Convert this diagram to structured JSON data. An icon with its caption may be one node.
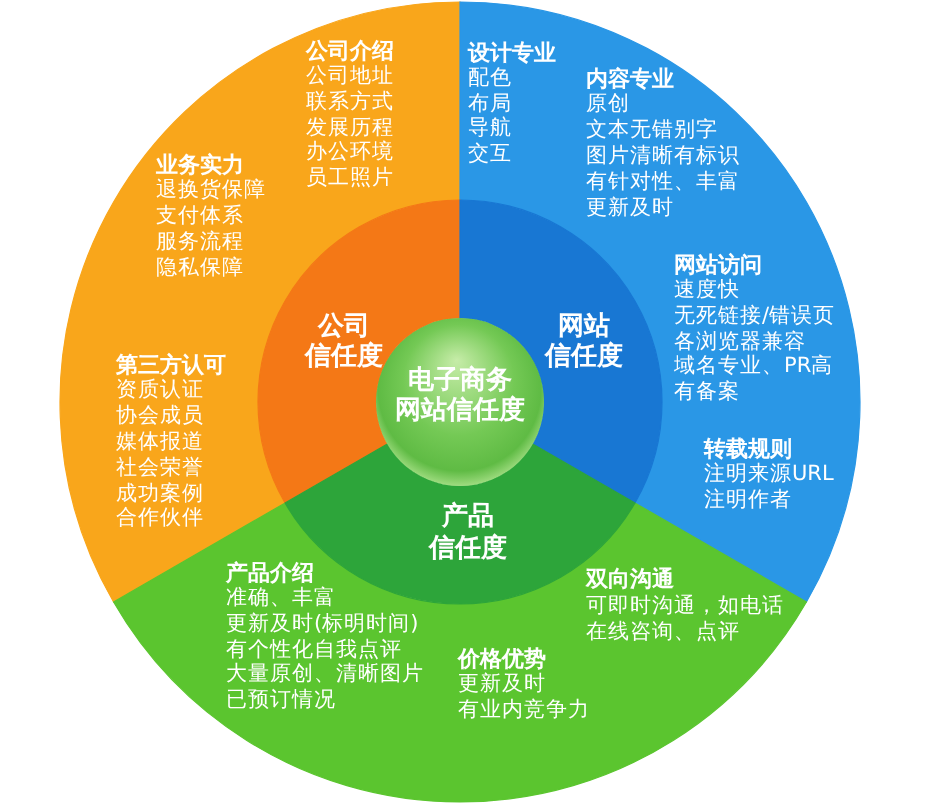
{
  "diagram": {
    "nodes": [
      {
        "text": [
          "电子商务网站信任度"
        ]
      },
      {
        "text": [
          "公司信任度"
        ]
      },
      {
        "text": [
          "网站信任度"
        ]
      },
      {
        "text": [
          "产品信任度"
        ]
      },
      {
        "text": [
          "公司介绍",
          "公司地址",
          "联系方式",
          "发展历程",
          "办公环境",
          "员工照片",
          "业务实力",
          "退换货保障",
          "支付体系",
          "服务流程",
          "隐私保障",
          "第三方认可",
          "资质认证",
          "协会成员",
          "媒体报道",
          "社会荣誉",
          "成功案例",
          "合作伙伴"
        ]
      },
      {
        "text": [
          "设计专业",
          "配色",
          "布局",
          "导航",
          "交互",
          "内容专业",
          "原创",
          "文本无错别字",
          "图片清晰有标识",
          "有针对性、丰富",
          "更新及时",
          "网站访问",
          "速度快",
          "无死链接/错误页",
          "各浏览器兼容",
          "域名专业、PR高",
          "有备案",
          "转载规则",
          "注明来源URL",
          "注明作者"
        ]
      },
      {
        "text": [
          "产品介绍",
          "准确、丰富",
          "更新及时(标明时间)",
          "有个性化自我点评",
          "大量原创、清晰图片",
          "已预订情况",
          "双向沟通",
          "可即时沟通，如电话",
          "在线咨询、点评",
          "价格优势",
          "更新及时",
          "有业内竞争力"
        ]
      }
    ]
  }
}
